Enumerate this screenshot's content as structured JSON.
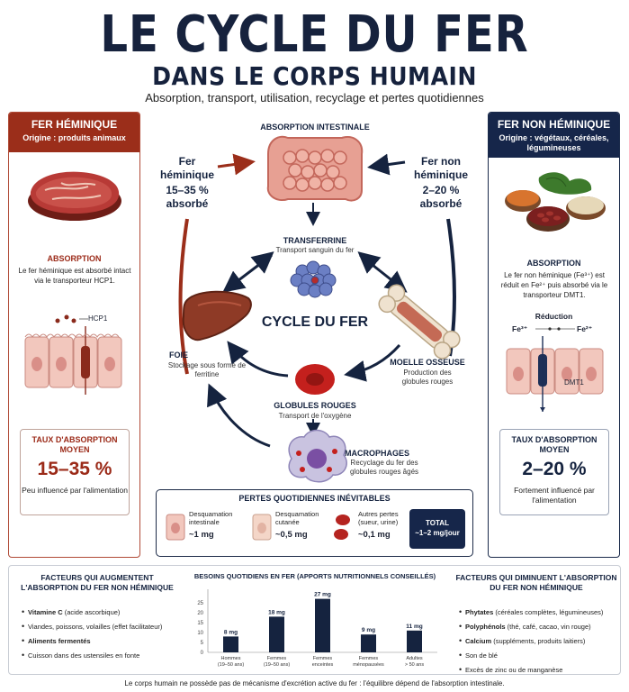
{
  "title": {
    "line1": "LE CYCLE DU FER",
    "line2": "DANS LE CORPS HUMAIN",
    "subtitle": "Absorption, transport, utilisation, recyclage et pertes quotidiennes"
  },
  "colors": {
    "heme": "#9b2e1a",
    "nonheme": "#16264a",
    "navy": "#15233f"
  },
  "left_panel": {
    "header": "FER HÉMINIQUE",
    "origin": "Origine : produits animaux",
    "absorption_title": "ABSORPTION",
    "absorption_text": "Le fer héminique est absorbé intact via le transporteur HCP1.",
    "transporter_label": "HCP1",
    "rate_title": "TAUX D'ABSORPTION MOYEN",
    "rate_value": "15–35 %",
    "rate_note": "Peu influencé par l'alimentation",
    "image_icon": "steak-icon"
  },
  "right_panel": {
    "header": "FER NON HÉMINIQUE",
    "origin": "Origine : végétaux, céréales, légumineuses",
    "absorption_title": "ABSORPTION",
    "absorption_text": "Le fer non héminique (Fe³⁺) est réduit en Fe²⁺ puis absorbé via le transporteur DMT1.",
    "reduction_label": "Réduction",
    "fe3_label": "Fe³⁺",
    "fe2_label": "Fe²⁺",
    "transporter_label": "DMT1",
    "rate_title": "TAUX D'ABSORPTION MOYEN",
    "rate_value": "2–20 %",
    "rate_note": "Fortement influencé par l'alimentation",
    "image_icon": "legumes-icon"
  },
  "cycle": {
    "center_title": "CYCLE DU FER",
    "intestine_title": "ABSORPTION INTESTINALE",
    "heme_input": "Fer héminique",
    "heme_rate": "15–35 % absorbé",
    "nonheme_input": "Fer non héminique",
    "nonheme_rate": "2–20 % absorbé",
    "transferrin_title": "TRANSFERRINE",
    "transferrin_text": "Transport sanguin du fer",
    "liver_title": "FOIE",
    "liver_text": "Stockage sous forme de ferritine",
    "marrow_title": "MOELLE OSSEUSE",
    "marrow_text": "Production des globules rouges",
    "rbc_title": "GLOBULES ROUGES",
    "rbc_text": "Transport de l'oxygène",
    "macro_title": "MACROPHAGES",
    "macro_text": "Recyclage du fer des globules rouges âgés"
  },
  "losses": {
    "title": "PERTES QUOTIDIENNES INÉVITABLES",
    "items": [
      {
        "label": "Desquamation intestinale",
        "value": "~1 mg"
      },
      {
        "label": "Desquamation cutanée",
        "value": "~0,5 mg"
      },
      {
        "label": "Autres pertes (sueur, urine)",
        "value": "~0,1 mg"
      }
    ],
    "total_label": "TOTAL",
    "total_value": "~1–2 mg/jour"
  },
  "factors_up": {
    "title": "FACTEURS QUI AUGMENTENT L'ABSORPTION DU FER NON HÉMINIQUE",
    "items": [
      {
        "bold": "Vitamine C",
        "rest": " (acide ascorbique)"
      },
      {
        "bold": "",
        "rest": "Viandes, poissons, volailles (effet facilitateur)"
      },
      {
        "bold": "Aliments fermentés",
        "rest": ""
      },
      {
        "bold": "",
        "rest": "Cuisson dans des ustensiles en fonte"
      }
    ]
  },
  "factors_down": {
    "title": "FACTEURS QUI DIMINUENT L'ABSORPTION DU FER NON HÉMINIQUE",
    "items": [
      {
        "bold": "Phytates",
        "rest": " (céréales complètes, légumineuses)"
      },
      {
        "bold": "Polyphénols",
        "rest": " (thé, café, cacao, vin rouge)"
      },
      {
        "bold": "Calcium",
        "rest": " (suppléments, produits laitiers)"
      },
      {
        "bold": "",
        "rest": "Son de blé"
      },
      {
        "bold": "",
        "rest": "Excès de zinc ou de manganèse"
      }
    ]
  },
  "chart_data": {
    "type": "bar",
    "title": "BESOINS QUOTIDIENS EN FER (APPORTS NUTRITIONNELS CONSEILLÉS)",
    "categories": [
      "Hommes (19–50 ans)",
      "Femmes (19–50 ans)",
      "Femmes enceintes",
      "Femmes ménopausées",
      "Adultes > 50 ans"
    ],
    "category_lines": [
      [
        "Hommes",
        "(19–50 ans)"
      ],
      [
        "Femmes",
        "(19–50 ans)"
      ],
      [
        "Femmes",
        "enceintes"
      ],
      [
        "Femmes",
        "ménopausées"
      ],
      [
        "Adultes",
        "> 50 ans"
      ]
    ],
    "values": [
      8,
      18,
      27,
      9,
      11
    ],
    "value_labels": [
      "8 mg",
      "18 mg",
      "27 mg",
      "9 mg",
      "11 mg"
    ],
    "yticks": [
      0,
      5,
      10,
      15,
      20,
      25
    ],
    "ylim": [
      0,
      30
    ],
    "bar_color": "#15233f"
  },
  "footer": "Le corps humain ne possède pas de mécanisme d'excrétion active du fer : l'équilibre dépend de l'absorption intestinale."
}
